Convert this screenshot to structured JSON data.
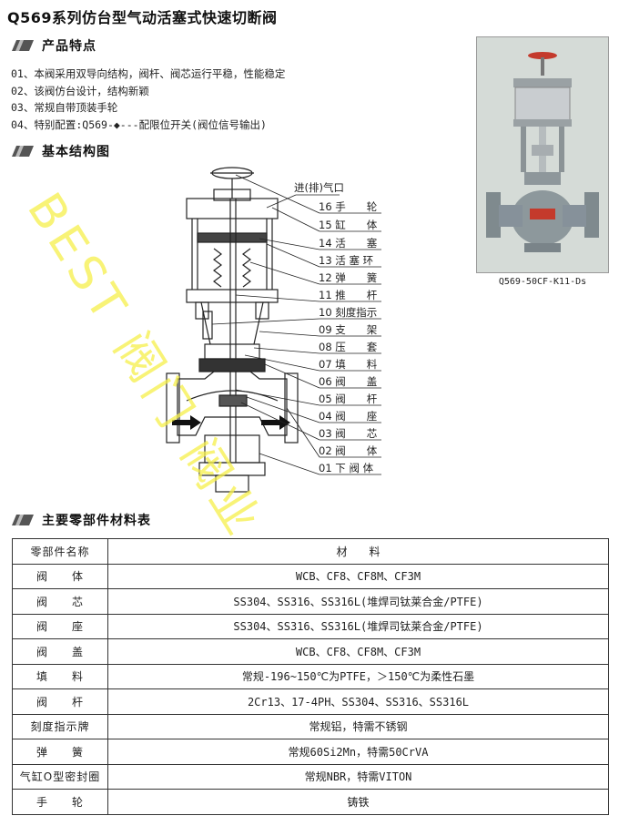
{
  "title": "Q569系列仿台型气动活塞式快速切断阀",
  "sections": {
    "features": "产品特点",
    "structure": "基本结构图",
    "materials": "主要零部件材料表"
  },
  "features": [
    "01、本阀采用双导向结构，阀杆、阀芯运行平稳，性能稳定",
    "02、该阀仿台设计，结构新颖",
    "03、常规自带顶装手轮",
    "04、特别配置:Q569-◆---配限位开关(阀位信号输出)"
  ],
  "photo_caption": "Q569-50CF-K11-Ds",
  "diagram": {
    "air_port": "进(排)气口",
    "parts": [
      "16 手　　轮",
      "15 缸　　体",
      "14 活　　塞",
      "13 活 塞 环",
      "12 弹　　簧",
      "11 推　　杆",
      "10 刻度指示",
      "09 支　　架",
      "08 压　　套",
      "07 填　　料",
      "06 阀　　盖",
      "05 阀　　杆",
      "04 阀　　座",
      "03 阀　　芯",
      "02 阀　　体",
      "01 下 阀 体"
    ]
  },
  "watermark": "BEST 阀门 阀业",
  "table": {
    "header": [
      "零部件名称",
      "材　　料"
    ],
    "rows": [
      [
        "阀　　体",
        "WCB、CF8、CF8M、CF3M"
      ],
      [
        "阀　　芯",
        "SS304、SS316、SS316L(堆焊司钛莱合金/PTFE)"
      ],
      [
        "阀　　座",
        "SS304、SS316、SS316L(堆焊司钛莱合金/PTFE)"
      ],
      [
        "阀　　盖",
        "WCB、CF8、CF8M、CF3M"
      ],
      [
        "填　　料",
        "常规-196~150℃为PTFE，＞150℃为柔性石墨"
      ],
      [
        "阀　　杆",
        "2Cr13、17-4PH、SS304、SS316、SS316L"
      ],
      [
        "刻度指示牌",
        "常规铝，特需不锈钢"
      ],
      [
        "弹　　簧",
        "常规60Si2Mn，特需50CrVA"
      ],
      [
        "气缸O型密封圈",
        "常规NBR，特需VITON"
      ],
      [
        "手　　轮",
        "铸铁"
      ]
    ]
  }
}
